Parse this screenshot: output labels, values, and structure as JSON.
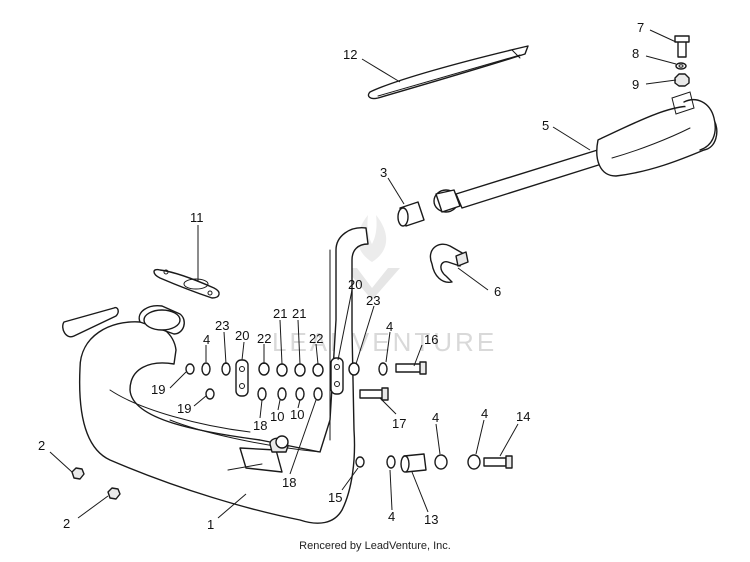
{
  "watermark": {
    "text": "LEADVENTURE",
    "color": "#d9d9d9"
  },
  "credit": "Rencered by LeadVenture, Inc.",
  "callouts": [
    {
      "id": "c12",
      "label": "12"
    },
    {
      "id": "c7",
      "label": "7"
    },
    {
      "id": "c8",
      "label": "8"
    },
    {
      "id": "c9",
      "label": "9"
    },
    {
      "id": "c5",
      "label": "5"
    },
    {
      "id": "c3",
      "label": "3"
    },
    {
      "id": "c11",
      "label": "11"
    },
    {
      "id": "c6",
      "label": "6"
    },
    {
      "id": "c20a",
      "label": "20"
    },
    {
      "id": "c23a",
      "label": "23"
    },
    {
      "id": "c4a",
      "label": "4"
    },
    {
      "id": "c16",
      "label": "16"
    },
    {
      "id": "c23b",
      "label": "23"
    },
    {
      "id": "c22a",
      "label": "22"
    },
    {
      "id": "c21a",
      "label": "21"
    },
    {
      "id": "c21b",
      "label": "21"
    },
    {
      "id": "c22b",
      "label": "22"
    },
    {
      "id": "c4b",
      "label": "4"
    },
    {
      "id": "c20b",
      "label": "20"
    },
    {
      "id": "c19a",
      "label": "19"
    },
    {
      "id": "c19b",
      "label": "19"
    },
    {
      "id": "c18a",
      "label": "18"
    },
    {
      "id": "c10a",
      "label": "10"
    },
    {
      "id": "c10b",
      "label": "10"
    },
    {
      "id": "c17",
      "label": "17"
    },
    {
      "id": "c4c",
      "label": "4"
    },
    {
      "id": "c4d",
      "label": "4"
    },
    {
      "id": "c14",
      "label": "14"
    },
    {
      "id": "c2a",
      "label": "2"
    },
    {
      "id": "c18b",
      "label": "18"
    },
    {
      "id": "c15",
      "label": "15"
    },
    {
      "id": "c2b",
      "label": "2"
    },
    {
      "id": "c1",
      "label": "1"
    },
    {
      "id": "c4e",
      "label": "4"
    },
    {
      "id": "c13",
      "label": "13"
    }
  ]
}
